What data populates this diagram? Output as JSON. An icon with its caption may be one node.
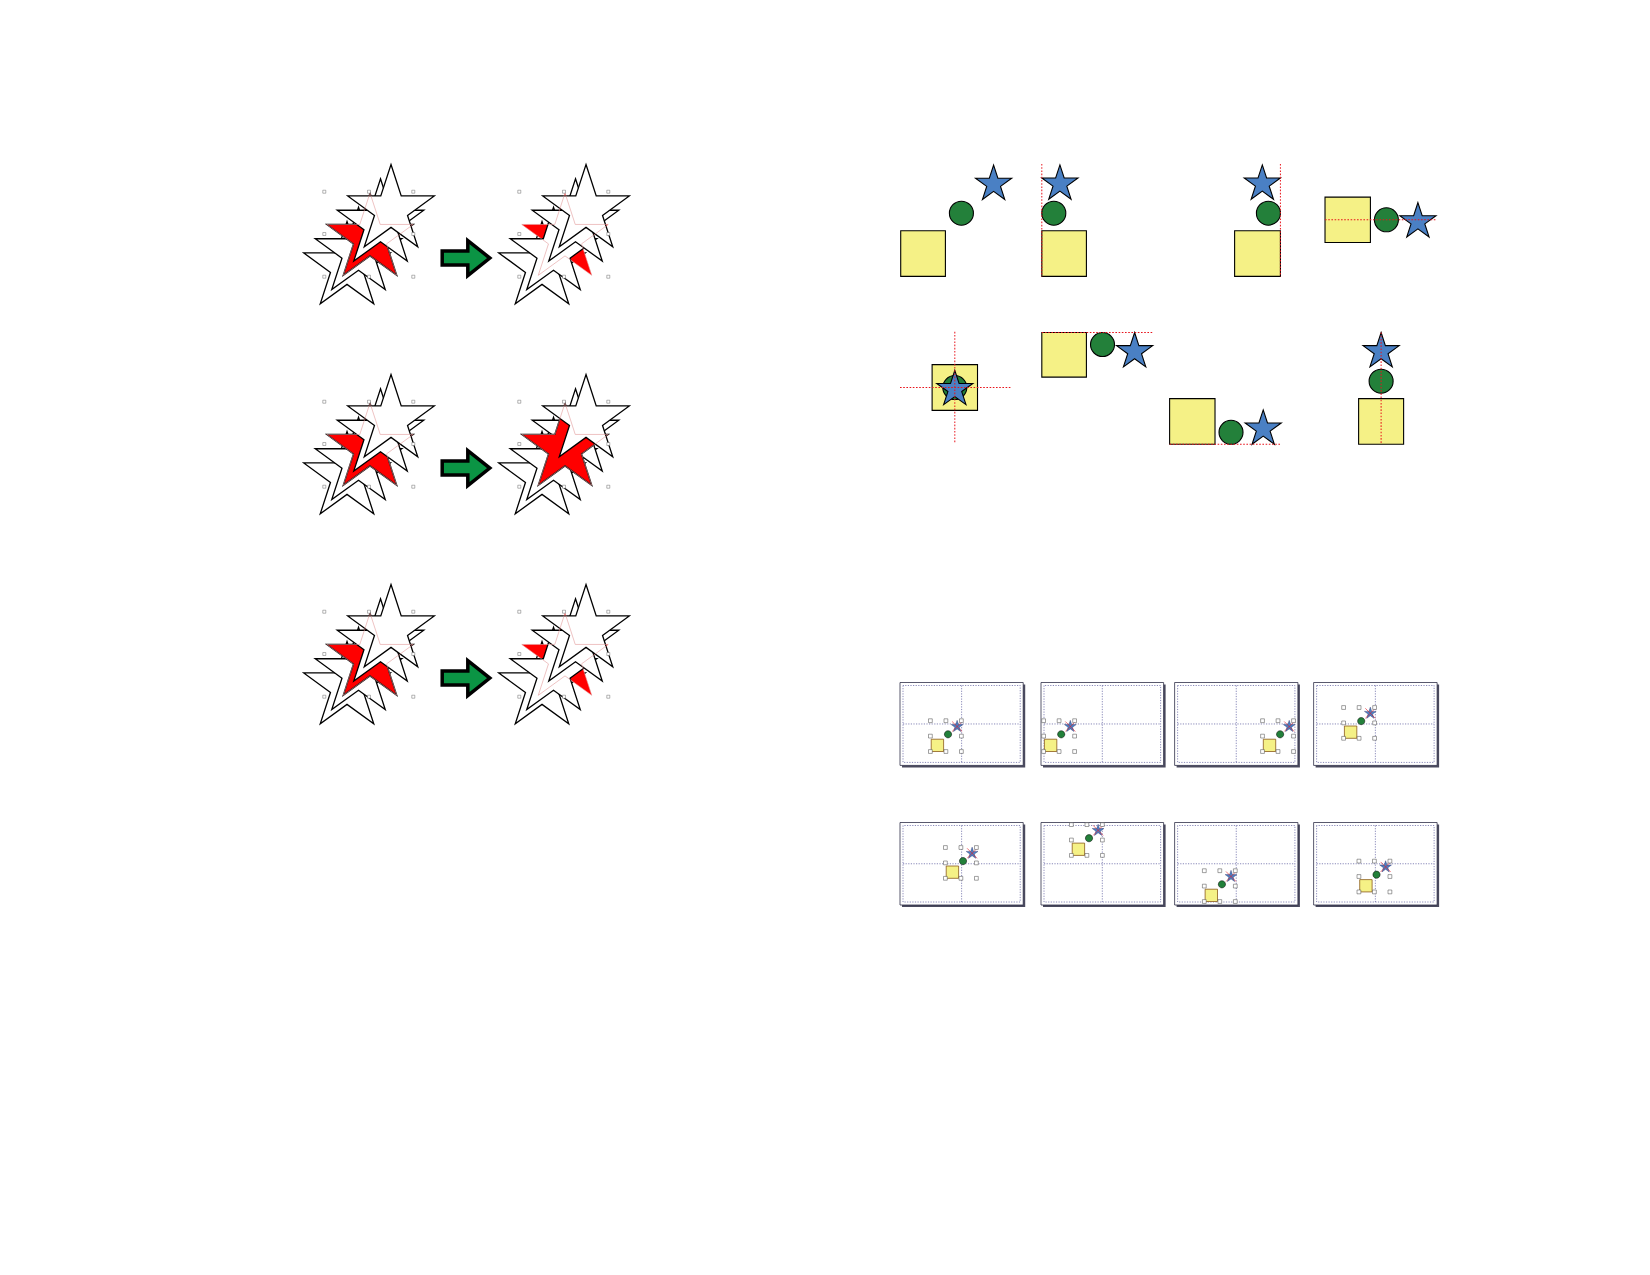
{
  "diagram": {
    "nodes": [
      {
        "text": [],
        "shape": "picture"
      },
      {
        "text": [],
        "shape": "picture"
      },
      {
        "text": [],
        "shape": "picture"
      },
      {
        "text": [],
        "shape": "picture"
      },
      {
        "text": [],
        "shape": "picture"
      },
      {
        "text": [],
        "shape": "picture"
      }
    ],
    "edges": [
      {
        "from": 0,
        "to": 1,
        "arrow": "to"
      },
      {
        "from": 2,
        "to": 3,
        "arrow": "to"
      },
      {
        "from": 4,
        "to": 5,
        "arrow": "to"
      }
    ]
  }
}
